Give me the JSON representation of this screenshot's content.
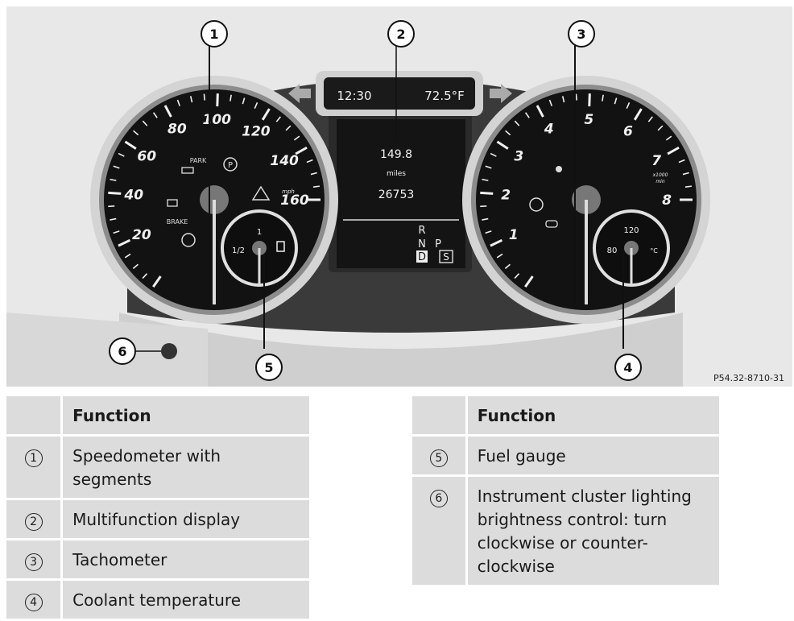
{
  "figure": {
    "code": "P54.32-8710-31",
    "callouts": [
      "1",
      "2",
      "3",
      "4",
      "5",
      "6"
    ],
    "display": {
      "time": "12:30",
      "temperature": "72.5°F",
      "trip": "149.8",
      "unit": "miles",
      "odometer": "26753",
      "gear_r": "R",
      "gear_n": "N",
      "gear_p": "P",
      "gear_d": "D",
      "mode": "S"
    },
    "speedometer": {
      "labels": [
        "20",
        "40",
        "60",
        "80",
        "100",
        "120",
        "140",
        "160"
      ],
      "unit": "mph",
      "indicators": {
        "park": "PARK",
        "brake": "BRAKE"
      }
    },
    "fuel_gauge": {
      "full": "1",
      "half": "1/2"
    },
    "tachometer": {
      "labels": [
        "1",
        "2",
        "3",
        "4",
        "5",
        "6",
        "7",
        "8"
      ],
      "unit_top": "x1000",
      "unit_bottom": "min"
    },
    "coolant_gauge": {
      "high": "120",
      "low": "80",
      "unit": "°C"
    }
  },
  "table_left": {
    "header": "Function",
    "rows": [
      {
        "num": "1",
        "text": "Speedometer with segments"
      },
      {
        "num": "2",
        "text": "Multifunction display"
      },
      {
        "num": "3",
        "text": "Tachometer"
      },
      {
        "num": "4",
        "text": "Coolant temperature"
      }
    ]
  },
  "table_right": {
    "header": "Function",
    "rows": [
      {
        "num": "5",
        "text": "Fuel gauge"
      },
      {
        "num": "6",
        "text": "Instrument cluster lighting brightness control: turn clockwise or counter-clockwise"
      }
    ]
  },
  "colors": {
    "gauge_face": "#121212",
    "chrome": "#c8c8c8",
    "table_bg": "#dcdcdc",
    "figure_bg": "#e8e8e8"
  }
}
